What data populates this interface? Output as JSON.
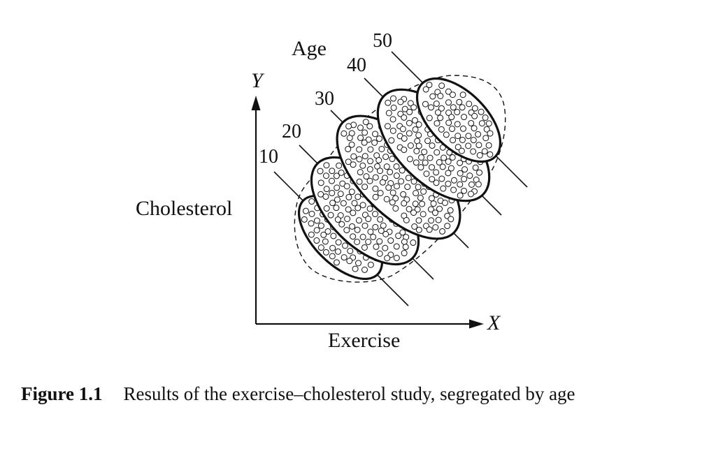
{
  "diagram": {
    "y_axis_symbol": "Y",
    "x_axis_symbol": "X",
    "y_axis_label": "Cholesterol",
    "x_axis_label": "Exercise",
    "age_label": "Age",
    "age_groups": [
      "10",
      "20",
      "30",
      "40",
      "50"
    ]
  },
  "caption": {
    "figure_number": "Figure 1.1",
    "text": "Results of the exercise–cholesterol study, segregated by age"
  },
  "colors": {
    "ink": "#111111",
    "background": "#ffffff"
  }
}
